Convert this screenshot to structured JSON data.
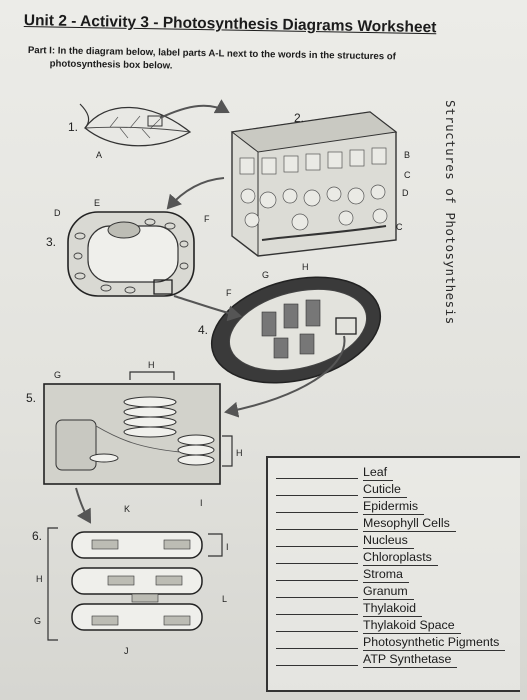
{
  "worksheet": {
    "title": "Unit 2 - Activity 3 - Photosynthesis Diagrams Worksheet",
    "instructions_line1": "Part I: In the diagram below, label parts A-L next to the words in the structures of",
    "instructions_line2": "photosynthesis box below.",
    "side_title": "Structures of Photosynthesis"
  },
  "diagram": {
    "step_numbers": [
      "1.",
      "2.",
      "3.",
      "4.",
      "5.",
      "6."
    ],
    "letters": {
      "A": "A",
      "B": "B",
      "C": "C",
      "D": "D",
      "E": "E",
      "F": "F",
      "G": "G",
      "H": "H",
      "I": "I",
      "J": "J",
      "K": "K",
      "L": "L"
    }
  },
  "structures": [
    {
      "term": "Leaf"
    },
    {
      "term": "Cuticle"
    },
    {
      "term": "Epidermis"
    },
    {
      "term": "Mesophyll Cells"
    },
    {
      "term": "Nucleus"
    },
    {
      "term": "Chloroplasts"
    },
    {
      "term": "Stroma"
    },
    {
      "term": "Granum"
    },
    {
      "term": "Thylakoid"
    },
    {
      "term": "Thylakoid Space"
    },
    {
      "term": "Photosynthetic Pigments"
    },
    {
      "term": "ATP Synthetase"
    }
  ]
}
